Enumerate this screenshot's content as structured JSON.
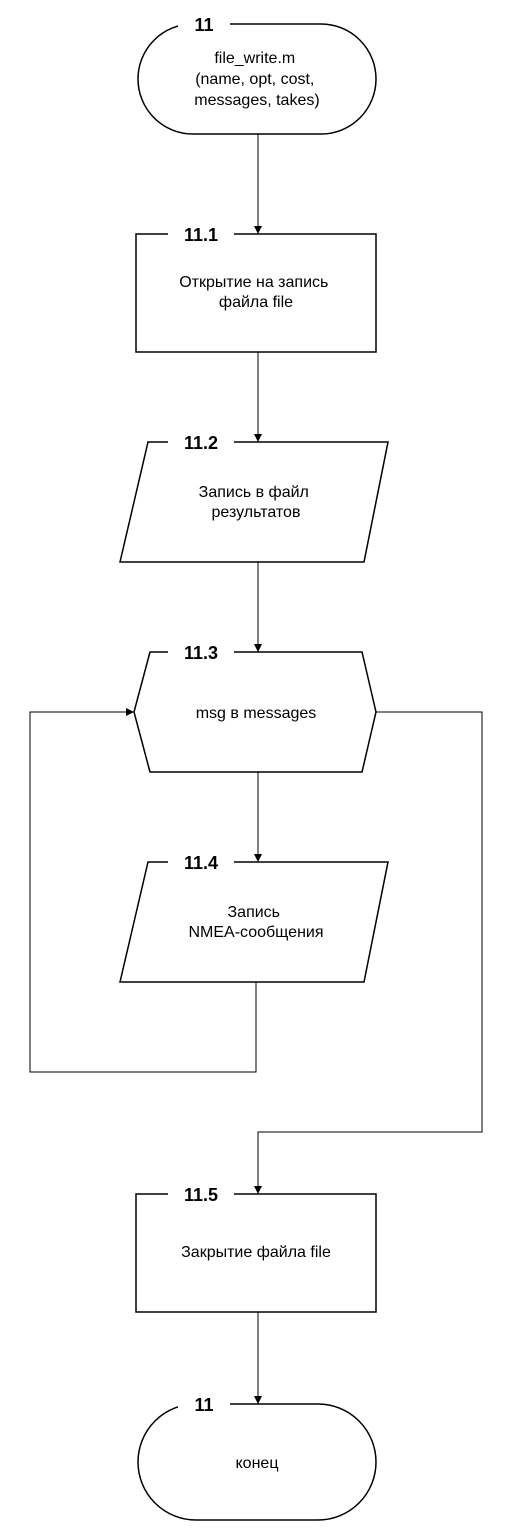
{
  "blocks": {
    "start": {
      "number": "11",
      "lines": [
        "file_write.m",
        "(name, opt, cost,",
        "messages, takes)"
      ]
    },
    "b1": {
      "number": "11.1",
      "lines": [
        "Открытие на запись",
        "файла file"
      ]
    },
    "b2": {
      "number": "11.2",
      "lines": [
        "Запись в файл",
        "результатов"
      ]
    },
    "b3": {
      "number": "11.3",
      "lines": [
        "msg в messages"
      ]
    },
    "b4": {
      "number": "11.4",
      "lines": [
        "Запись",
        "NMEA-сообщения"
      ]
    },
    "b5": {
      "number": "11.5",
      "lines": [
        "Закрытие файла file"
      ]
    },
    "end": {
      "number": "11",
      "lines": [
        "конец"
      ]
    }
  }
}
